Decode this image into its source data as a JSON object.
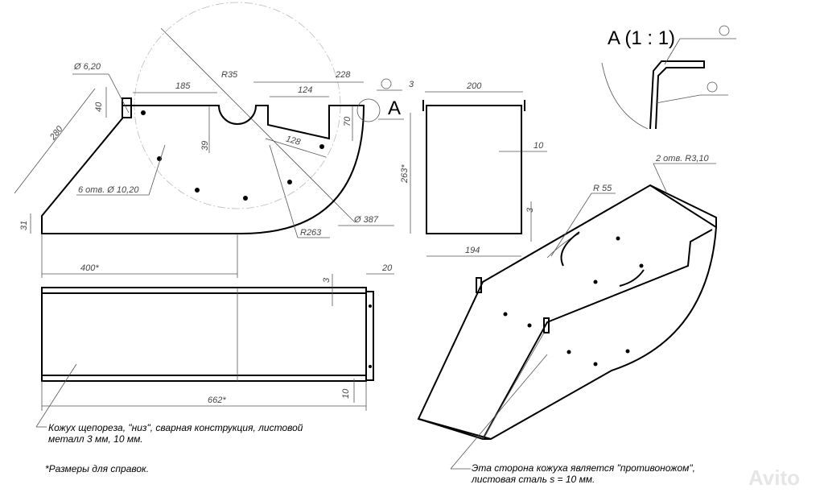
{
  "top_view": {
    "dims": {
      "d_small": "Ø 6,20",
      "len_280": "280",
      "h_40": "40",
      "w_185": "185",
      "r_35": "R35",
      "w_124": "124",
      "w_228": "228",
      "h_39": "39",
      "len_128": "128",
      "h_70": "70",
      "holes": "6 отв. Ø 10,20",
      "d_387": "Ø 387",
      "r_263": "R263",
      "h_31": "31",
      "len_400": "400*"
    },
    "section_mark": "A"
  },
  "side_view": {
    "dims": {
      "t_3": "3",
      "w_200": "200",
      "h_263": "263*",
      "t_10": "10",
      "t_3b": "3",
      "w_194": "194"
    }
  },
  "bottom_view": {
    "dims": {
      "t_3": "3",
      "w_20": "20",
      "len_662": "662*",
      "t_10": "10"
    }
  },
  "detail": {
    "title": "A (1 : 1)"
  },
  "iso_view": {
    "dims": {
      "holes": "2 отв. R3,10",
      "r_55": "R 55"
    }
  },
  "notes": {
    "part_line1": "Кожух щепореза, \"низ\", сварная конструкция, листовой",
    "part_line2": "металл 3 мм, 10 мм.",
    "reference": "*Размеры для справок.",
    "side_line1": "Эта сторона кожуха является \"противоножом\",",
    "side_line2": "листовая сталь s = 10 мм."
  },
  "watermark": "Avito"
}
